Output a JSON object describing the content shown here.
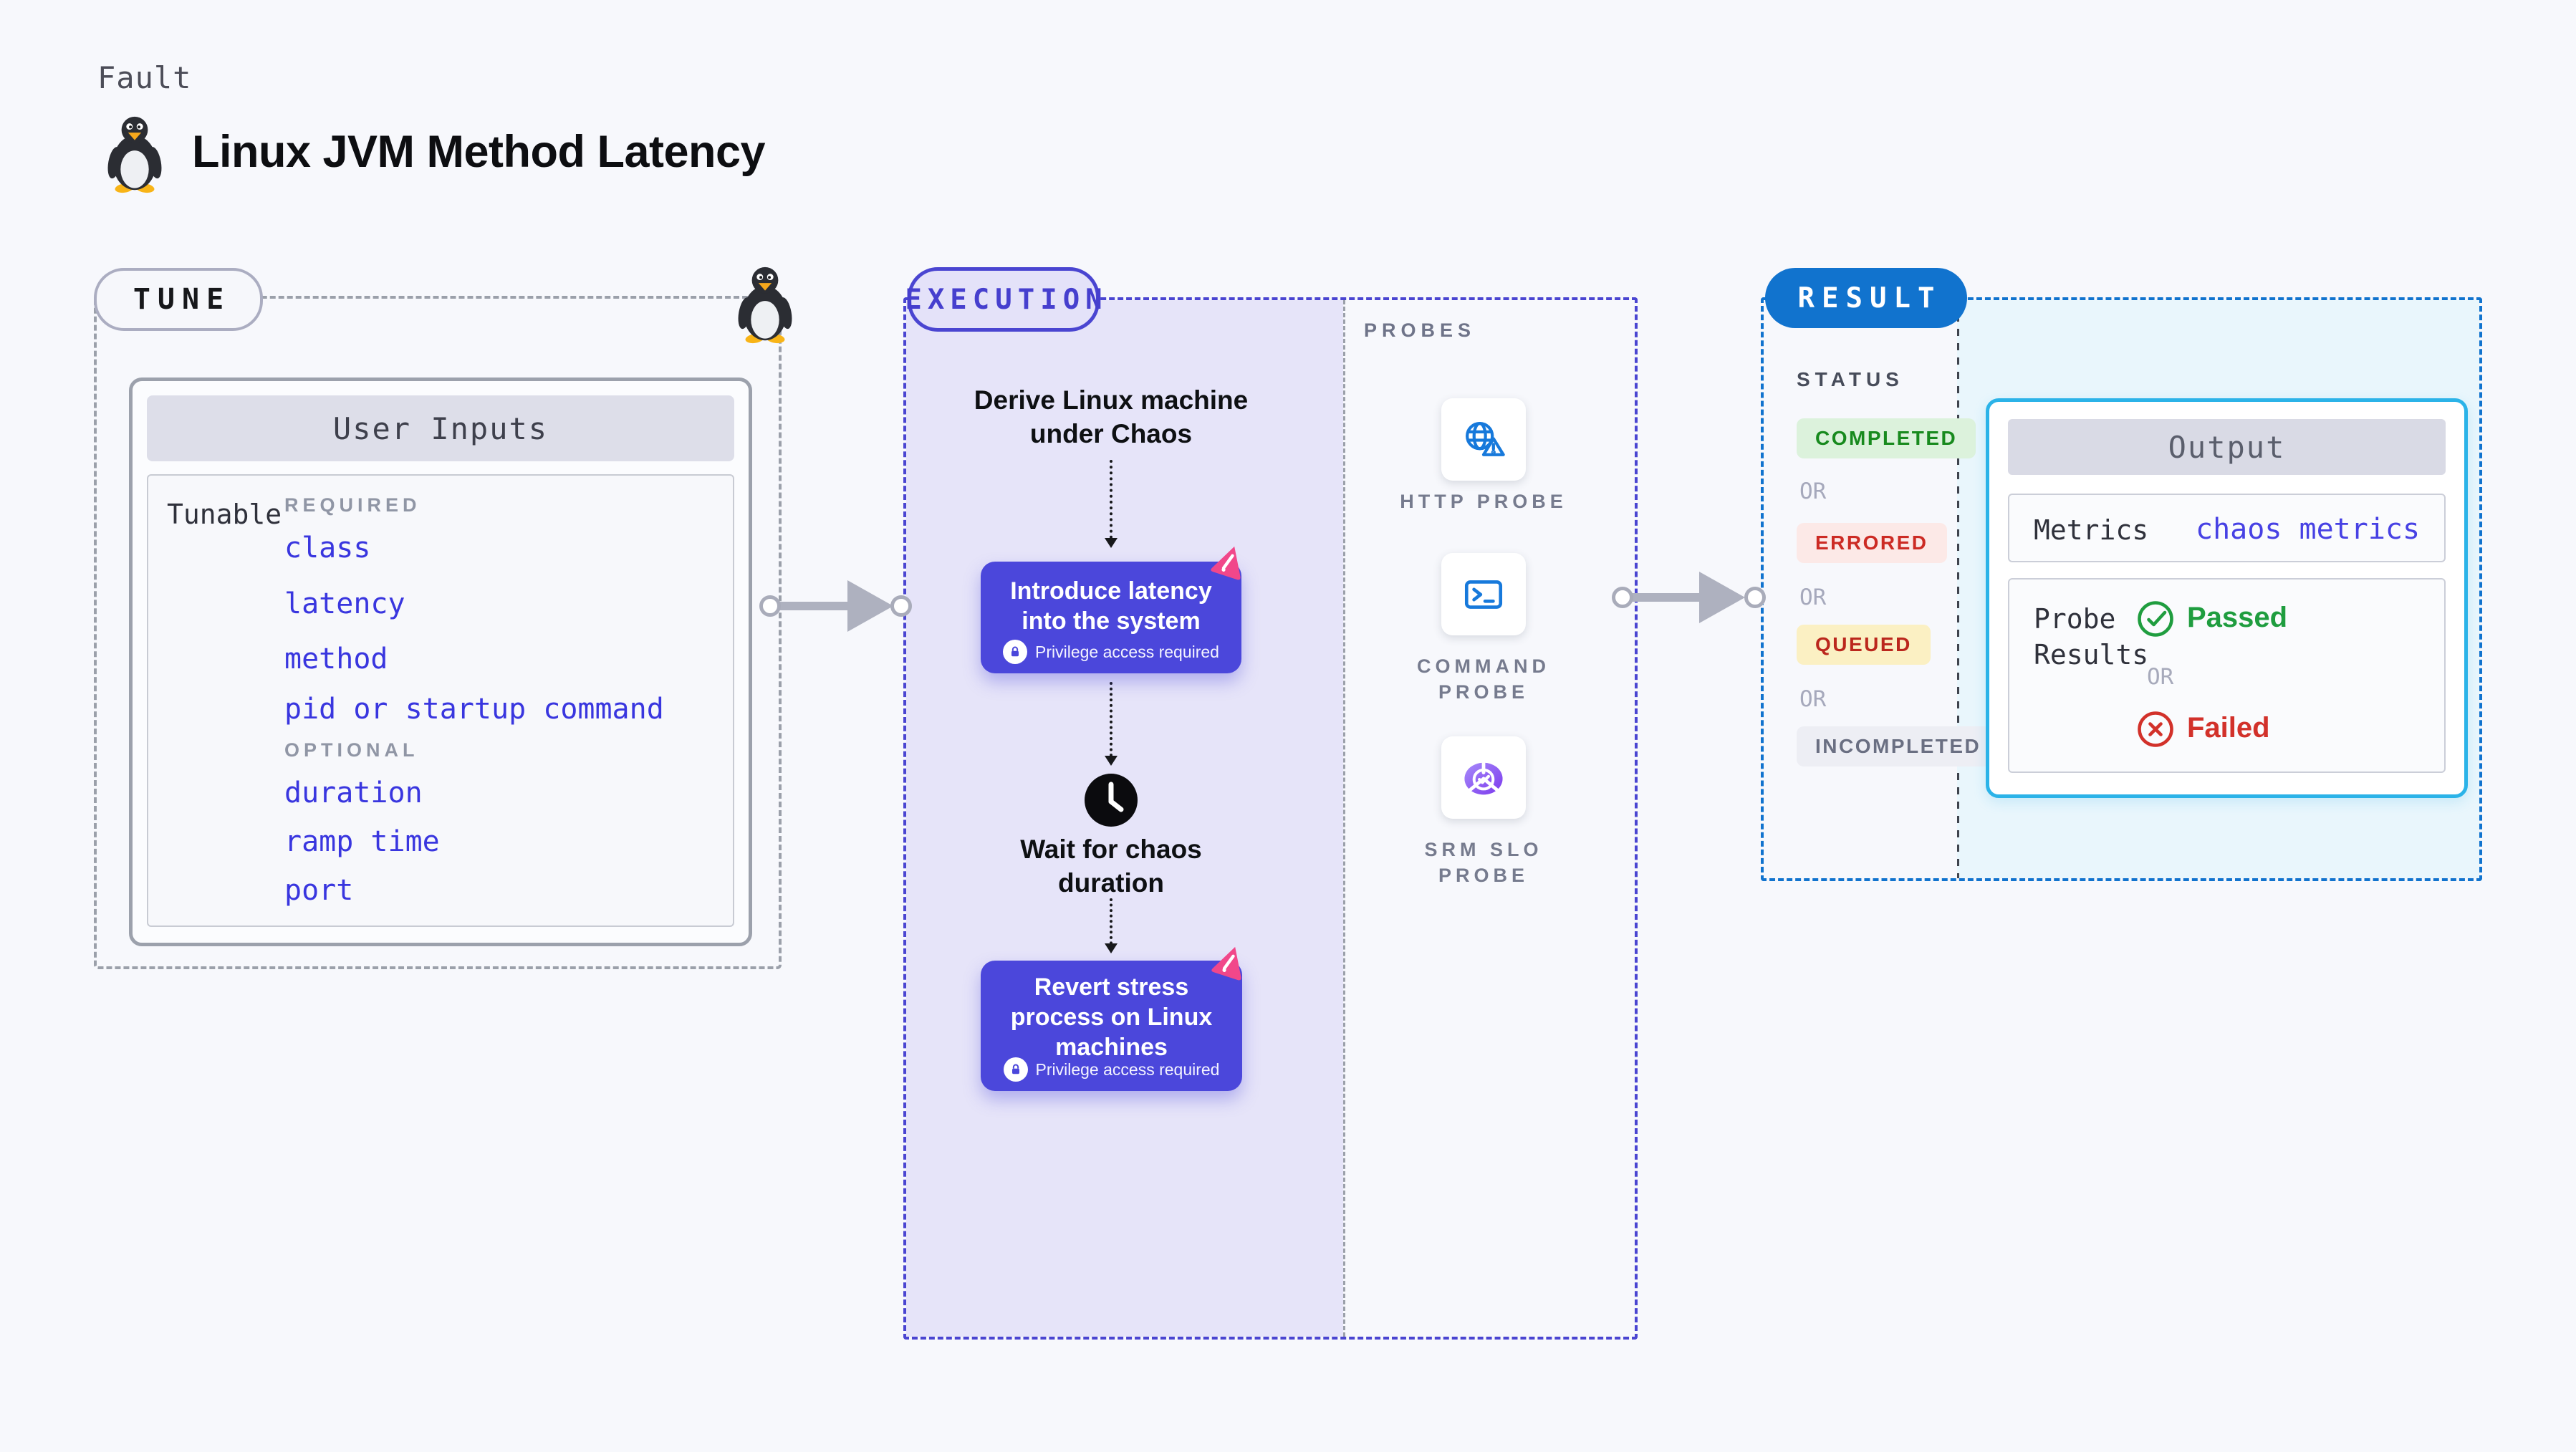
{
  "header": {
    "fault_label": "Fault",
    "title": "Linux JVM Method Latency"
  },
  "tune": {
    "badge": "TUNE",
    "card_title": "User Inputs",
    "tunable_label": "Tunable",
    "required_label": "REQUIRED",
    "optional_label": "OPTIONAL",
    "required_items": [
      "class",
      "latency",
      "method",
      "pid or startup command"
    ],
    "optional_items": [
      "duration",
      "ramp time",
      "port"
    ]
  },
  "execution": {
    "badge": "EXECUTION",
    "derive_line1": "Derive Linux machine",
    "derive_line2": "under Chaos",
    "node1_line1": "Introduce latency",
    "node1_line2": "into the system",
    "privilege_label": "Privilege access required",
    "wait_line1": "Wait for chaos",
    "wait_line2": "duration",
    "node2_line1": "Revert stress",
    "node2_line2": "process on Linux",
    "node2_line3": "machines"
  },
  "probes": {
    "label": "PROBES",
    "items": [
      {
        "icon": "globe-alert-icon",
        "label_lines": [
          "HTTP PROBE",
          ""
        ]
      },
      {
        "icon": "terminal-icon",
        "label_lines": [
          "COMMAND",
          "PROBE"
        ]
      },
      {
        "icon": "slo-gauge-icon",
        "label_lines": [
          "SRM SLO",
          "PROBE"
        ]
      }
    ]
  },
  "result": {
    "badge": "RESULT",
    "status_label": "STATUS",
    "or_label": "OR",
    "statuses": [
      {
        "label": "COMPLETED",
        "bg": "#DCF2DC",
        "fg": "#188A1E"
      },
      {
        "label": "ERRORED",
        "bg": "#FCE9E7",
        "fg": "#CC2B24"
      },
      {
        "label": "QUEUED",
        "bg": "#FBF0C3",
        "fg": "#BB271D"
      },
      {
        "label": "INCOMPLETED",
        "bg": "#EDEEF4",
        "fg": "#6A6F82"
      }
    ],
    "output": {
      "title": "Output",
      "metrics_label": "Metrics",
      "metrics_value": "chaos metrics",
      "probe_results_line1": "Probe",
      "probe_results_line2": "Results",
      "passed_label": "Passed",
      "or_label": "OR",
      "failed_label": "Failed"
    }
  },
  "colors": {
    "page_bg": "#F7F8FC",
    "indigo_accent": "#4A45D1",
    "node_bg": "#4B47DB",
    "lavender_bg": "#E6E4F9",
    "tunable_link": "#3936DF",
    "result_blue": "#1173CE",
    "output_border": "#2BB3E8",
    "output_bg": "#E9F6FC",
    "litmus_pink": "#F1478A",
    "probe_icon_blue": "#1779DB",
    "passed_green": "#1F9D3F",
    "failed_red": "#D2312A"
  }
}
